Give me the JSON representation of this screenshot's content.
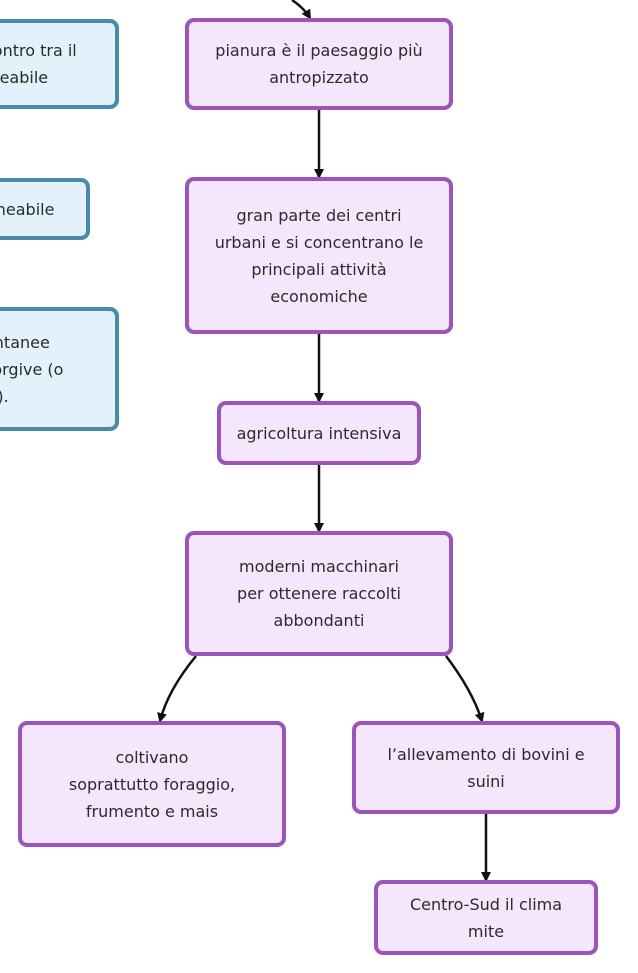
{
  "nodes": {
    "blue1": "contro tra il\nmeabile",
    "blue2": "rmeabile",
    "blue3": "ontanee\nsorgive (o\nili).",
    "n1": "pianura è il paesaggio più\nantropizzato",
    "n2": "gran parte dei centri\nurbani e si concentrano le\nprincipali attività\neconomiche",
    "n3": "agricoltura intensiva",
    "n4": "moderni macchinari\nper ottenere raccolti\nabbondanti",
    "n5": "coltivano\nsoprattutto foraggio,\nfrumento e mais",
    "n6": "l’allevamento di bovini e\nsuini",
    "n7": "Centro-Sud il clima\nmite"
  },
  "colors": {
    "node_fill": "#f4e6fb",
    "node_border": "#9b54bb",
    "side_fill": "#e3f1fb",
    "side_border": "#4a8aaa",
    "arrow": "#111111"
  }
}
